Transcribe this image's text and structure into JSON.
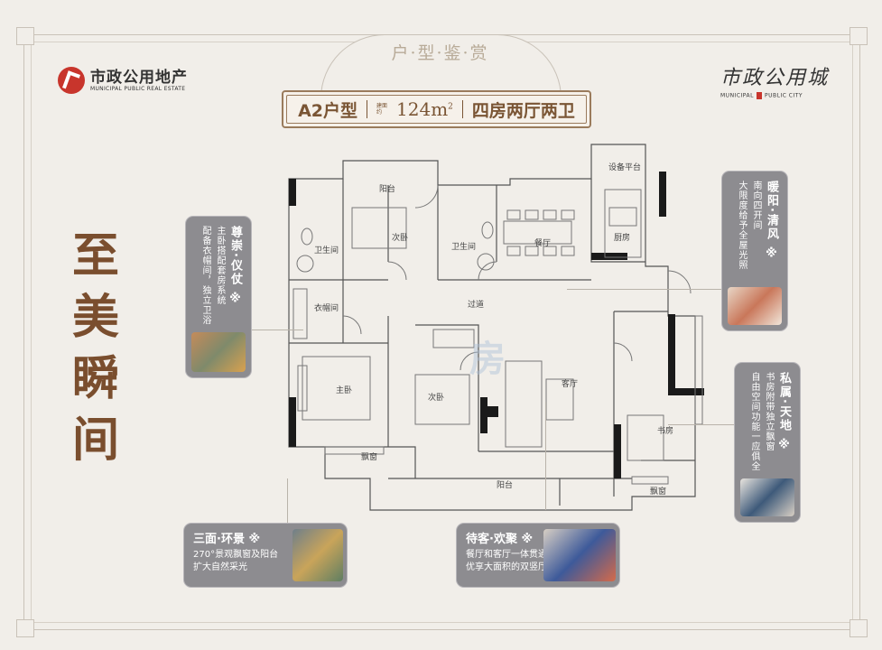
{
  "header": {
    "arch_title": "户·型·鉴·赏",
    "brand_left_cn": "市政公用地产",
    "brand_left_en": "MUNICIPAL PUBLIC REAL ESTATE",
    "brand_right_cn": "市政公用城",
    "brand_right_en_1": "MUNICIPAL",
    "brand_right_en_2": "PUBLIC CITY"
  },
  "unit": {
    "name": "A2户型",
    "area_prefix": "建面约",
    "area_value": "124m",
    "area_sup": "2",
    "rooms": "四房两厅两卫"
  },
  "slogan": [
    "至",
    "美",
    "瞬",
    "间"
  ],
  "rooms": {
    "balcony_top": "阳台",
    "bedroom_top": "次卧",
    "bathroom_left": "卫生间",
    "bathroom_right": "卫生间",
    "dining": "餐厅",
    "kitchen": "厨房",
    "equipment": "设备平台",
    "corridor": "过道",
    "closet": "衣帽间",
    "master": "主卧",
    "bedroom_mid": "次卧",
    "living": "客厅",
    "study": "书房",
    "bay_left": "飘窗",
    "bay_right": "飘窗",
    "balcony_bottom": "阳台"
  },
  "cards": {
    "dignity": {
      "title": "尊崇·仪仗",
      "mark": "※",
      "body": [
        "主卧搭配套房系统",
        "配备衣帽间，独立卫浴"
      ]
    },
    "sunny": {
      "title": "暖阳·清风",
      "mark": "※",
      "body": [
        "南向四开间",
        "大限度给予全屋光照"
      ]
    },
    "private": {
      "title": "私属·天地",
      "mark": "※",
      "body": [
        "书房附带独立飘窗",
        "自由空间功能一应俱全"
      ]
    },
    "view": {
      "title": "三面·环景",
      "mark": "※",
      "body": [
        "270°景观飘窗及阳台",
        "扩大自然采光"
      ]
    },
    "guest": {
      "title": "待客·欢聚",
      "mark": "※",
      "body": [
        "餐厅和客厅一体贯通",
        "优享大面积的双竖厅"
      ]
    }
  },
  "watermark": "房",
  "colors": {
    "accent_brown": "#7a4e2e",
    "card_gray": "#8d8c90",
    "brand_red": "#c8352c",
    "wall_black": "#1a1a1a"
  }
}
